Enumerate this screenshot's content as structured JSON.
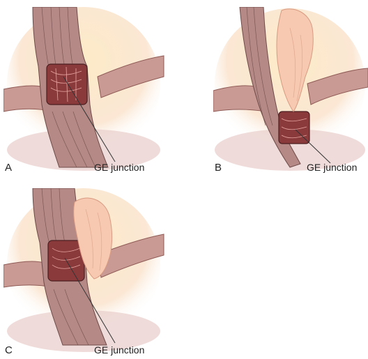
{
  "panels": [
    {
      "letter": "A",
      "callout": "GE junction"
    },
    {
      "letter": "B",
      "callout": "GE junction"
    },
    {
      "letter": "C",
      "callout": "GE junction"
    }
  ],
  "colors": {
    "glow": "#fbe3b0",
    "diaphragm": "#c99a93",
    "diaphragm_dark": "#8e5a55",
    "esophagus": "#b58a86",
    "esophagus_line": "#6e4a48",
    "lumen": "#8b3a3c",
    "hernia": "#f6c9b0",
    "shadow": "#e2c3c0"
  }
}
